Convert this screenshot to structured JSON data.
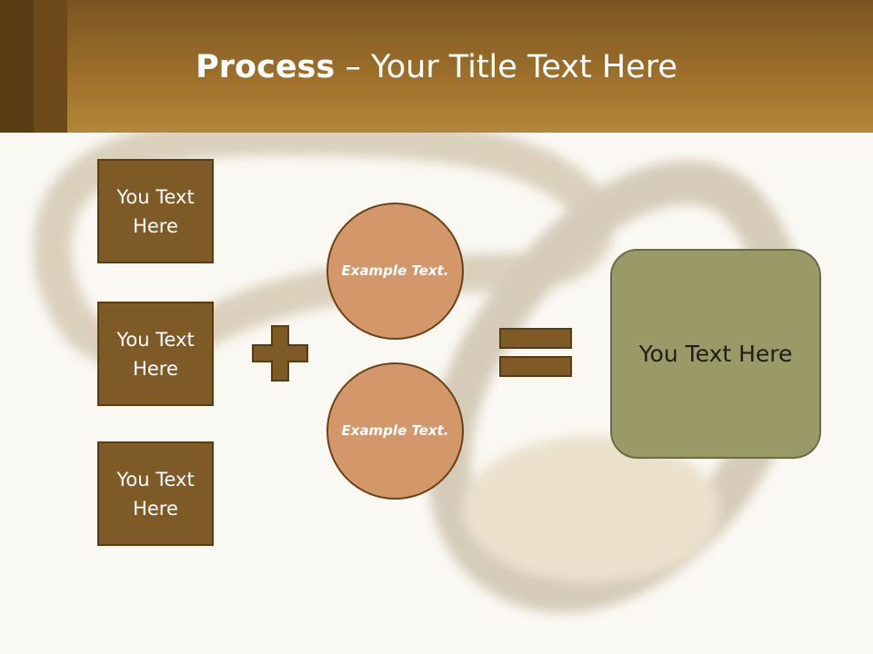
{
  "title": {
    "bold": "Process",
    "rest": " – Your Title Text Here"
  },
  "inputs": [
    {
      "label": "You Text Here"
    },
    {
      "label": "You Text Here"
    },
    {
      "label": "You Text Here"
    }
  ],
  "examples": [
    {
      "label": "Example Text."
    },
    {
      "label": "Example Text."
    }
  ],
  "operators": {
    "plus": "plus-sign",
    "equals": "equals-sign"
  },
  "result": {
    "label": "You Text Here"
  },
  "colors": {
    "header": "#9c6e2a",
    "box_fill": "#7e5a26",
    "circle_fill": "#d4976a",
    "result_fill": "#9a9a68",
    "operator": "#7e5a26"
  }
}
